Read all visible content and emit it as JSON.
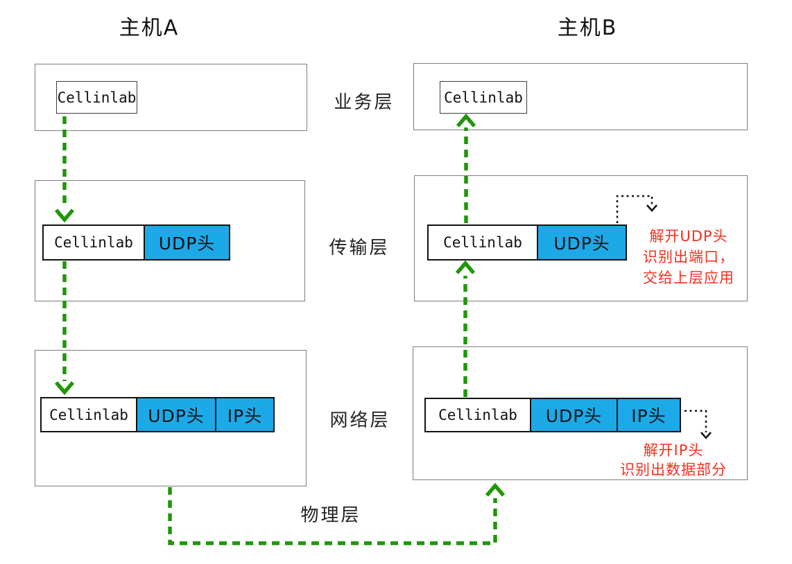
{
  "hosts": {
    "a": "主机A",
    "b": "主机B"
  },
  "layers": {
    "business": "业务层",
    "transport": "传输层",
    "network": "网络层",
    "physical": "物理层"
  },
  "labels": {
    "payload": "Cellinlab",
    "udp_header": "UDP头",
    "ip_header": "IP头"
  },
  "annotations": {
    "udp": {
      "line1": "解开UDP头",
      "line2": "识别出端口，",
      "line3": "交给上层应用"
    },
    "ip": {
      "line1": "解开IP头",
      "line2": "识别出数据部分"
    }
  },
  "colors": {
    "header_fill_blue": "#1CA9E8",
    "arrow_green": "#1F9708",
    "annotation_red": "#F1301D",
    "layer_box_border": "#7d7d7d",
    "packet_border": "#111111"
  }
}
